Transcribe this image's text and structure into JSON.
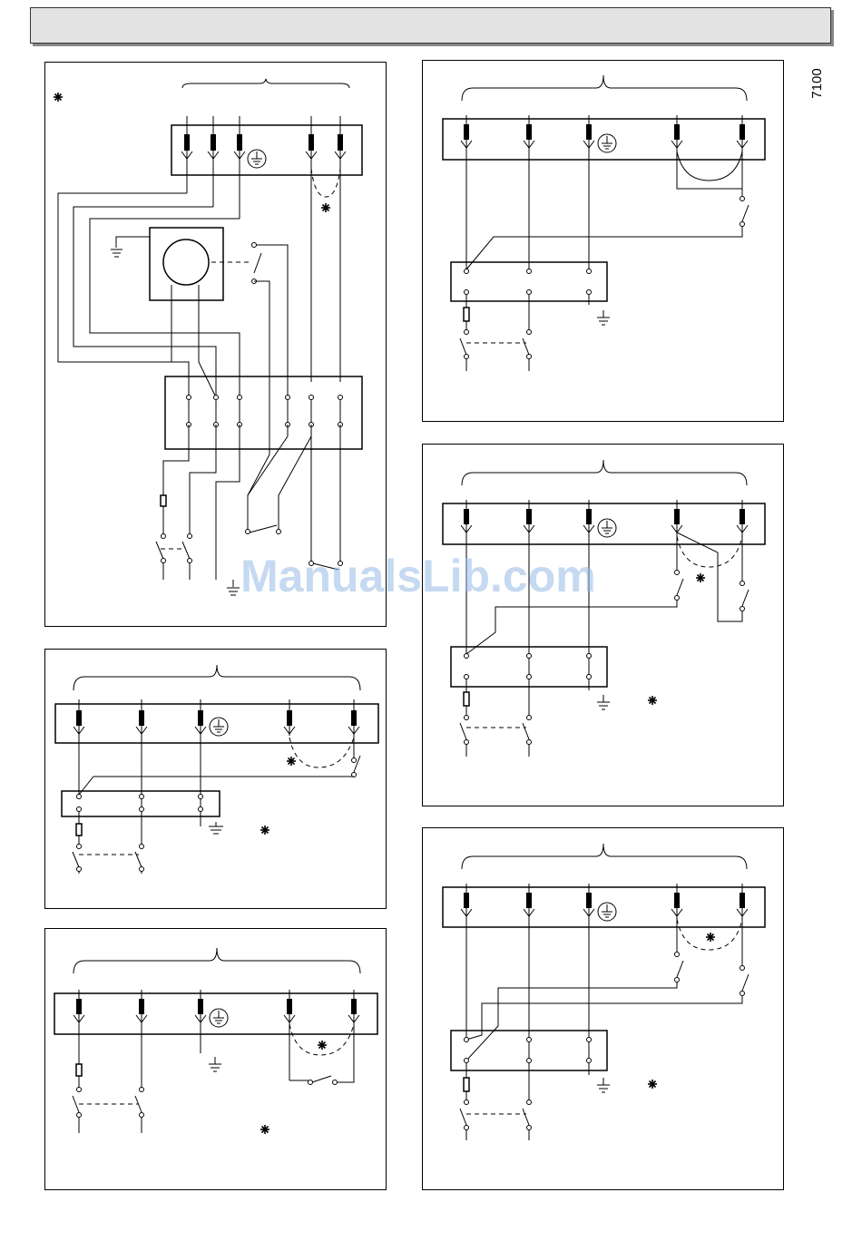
{
  "page": {
    "code": "7100",
    "watermark": "ManualsLib.com"
  },
  "diagrams": [
    {
      "id": "diagram-1",
      "note_symbol": "✳"
    },
    {
      "id": "diagram-2"
    },
    {
      "id": "diagram-3"
    },
    {
      "id": "diagram-4"
    },
    {
      "id": "diagram-5"
    },
    {
      "id": "diagram-6"
    }
  ]
}
